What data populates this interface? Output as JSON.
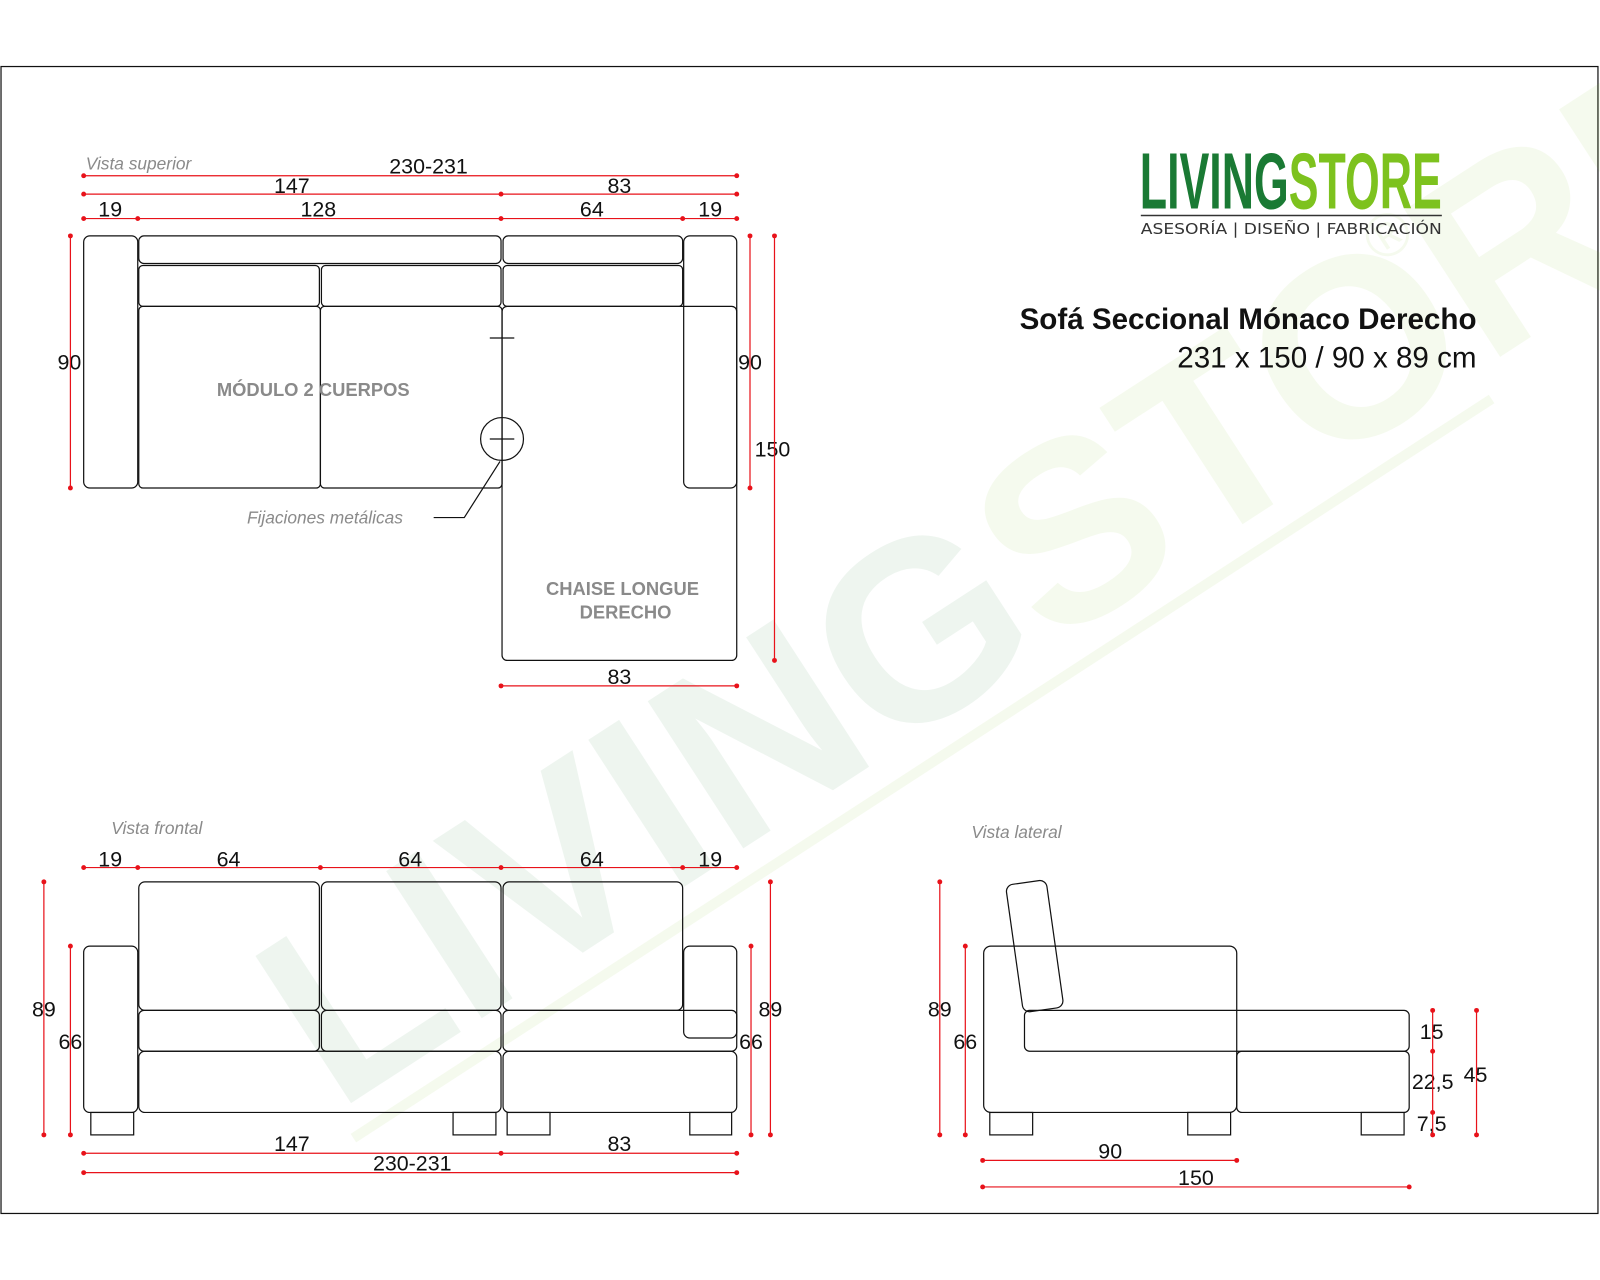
{
  "logo": {
    "part1": "LIVING",
    "part2": "STORE",
    "tagline": "ASESORÍA | DISEÑO | FABRICACIÓN",
    "color_dark": "#1a7a34",
    "color_light": "#7dc21e"
  },
  "watermark": {
    "text": "LIVINGSTORE",
    "mark": "®"
  },
  "product": {
    "title": "Sofá Seccional Mónaco Derecho",
    "dimensions": "231 x 150 / 90 x 89 cm"
  },
  "top_view": {
    "label": "Vista superior",
    "module_label": "MÓDULO 2 CUERPOS",
    "chaise_label_1": "CHAISE LONGUE",
    "chaise_label_2": "DERECHO",
    "fixings_label": "Fijaciones metálicas",
    "dims": {
      "total": "230-231",
      "left": "147",
      "right": "83",
      "arm_left": "19",
      "module": "128",
      "chaise_seat": "64",
      "arm_right": "19",
      "depth_left": "90",
      "depth_right": "90",
      "depth_chaise": "150",
      "chaise_width": "83"
    }
  },
  "front_view": {
    "label": "Vista frontal",
    "dims": {
      "arm_left": "19",
      "seat1": "64",
      "seat2": "64",
      "seat3": "64",
      "arm_right": "19",
      "height_left": "89",
      "arm_height_left": "66",
      "arm_height_right": "66",
      "height_right": "89",
      "left": "147",
      "right": "83",
      "total": "230-231"
    }
  },
  "side_view": {
    "label": "Vista lateral",
    "dims": {
      "height": "89",
      "arm_height": "66",
      "cushion": "15",
      "base": "22,5",
      "legs": "7,5",
      "seat_height": "45",
      "depth": "90",
      "chaise_depth": "150"
    }
  },
  "colors": {
    "dimension": "#e8121a",
    "outline": "#111111"
  }
}
